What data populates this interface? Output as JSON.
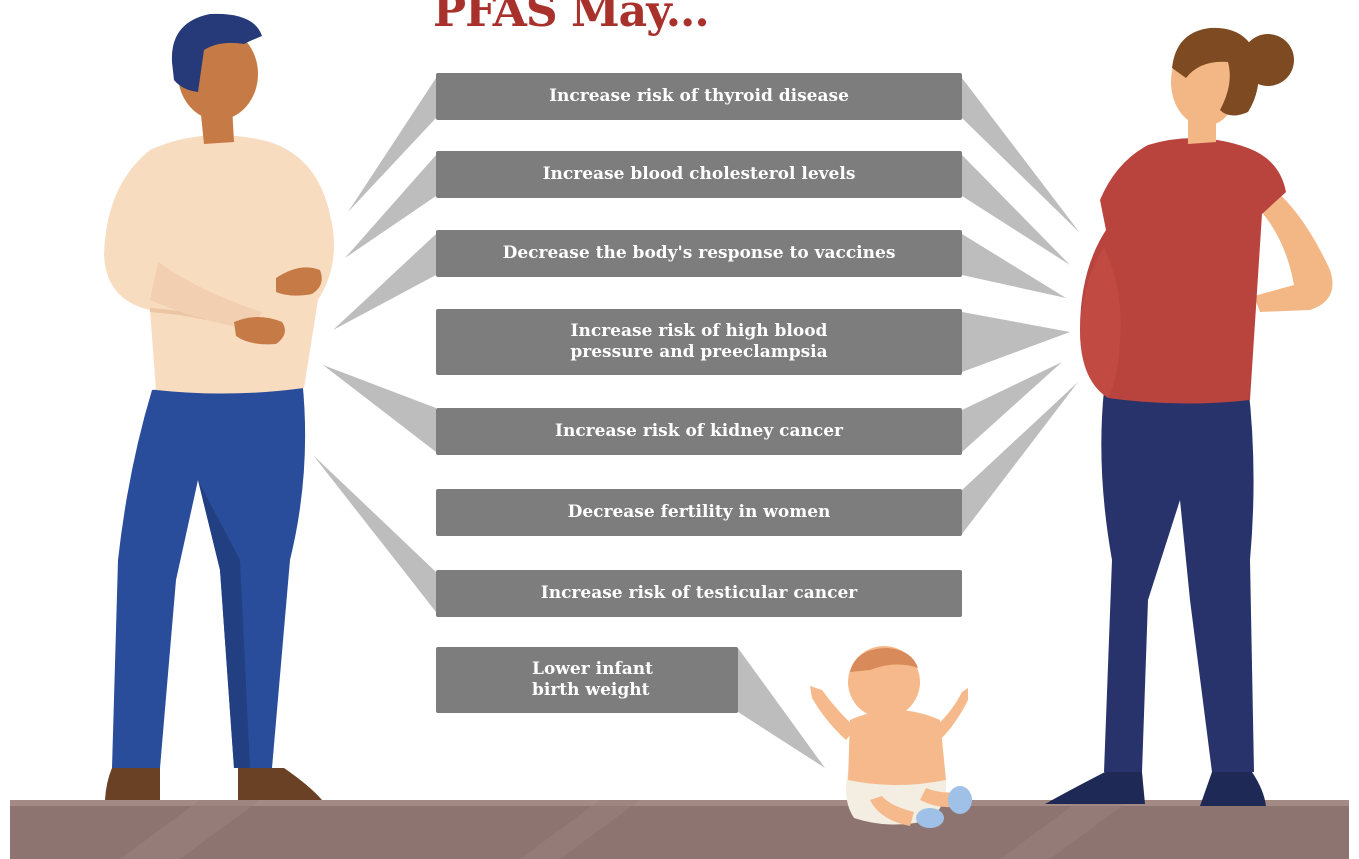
{
  "title": "PFAS May...",
  "effects": [
    {
      "label": "Increase risk of thyroid disease"
    },
    {
      "label": "Increase blood cholesterol levels"
    },
    {
      "label": "Decrease the body's response to vaccines"
    },
    {
      "label": "Increase risk of high blood\npressure and preeclampsia"
    },
    {
      "label": "Increase risk of kidney cancer"
    },
    {
      "label": "Decrease fertility in women"
    },
    {
      "label": "Increase risk of testicular cancer"
    },
    {
      "label": "Lower infant\nbirth weight"
    }
  ],
  "colors": {
    "title": "#a8312c",
    "box": "#7d7d7d",
    "pointer": "#bdbdbd",
    "floor": "#8e7470",
    "man_shirt": "#f8dcc0",
    "man_pants": "#2a4d9b",
    "woman_shirt": "#b9443e",
    "woman_pants": "#27336a",
    "skin_man": "#c67a45",
    "skin_woman": "#f3b785",
    "skin_baby": "#f6b98b"
  }
}
